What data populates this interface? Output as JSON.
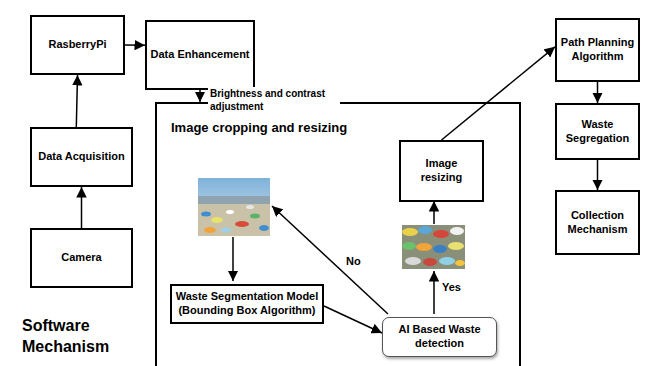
{
  "diagram": {
    "nodes": [
      {
        "text": [
          "Camera"
        ]
      },
      {
        "text": [
          "Data Acquisition"
        ]
      },
      {
        "text": [
          "RasberryPi"
        ]
      },
      {
        "text": [
          "Data Enhancement"
        ]
      },
      {
        "text": [
          "Image cropping and resizing"
        ]
      },
      {
        "text": [
          "Waste Segmentation Model (Bounding Box Algorithm)"
        ],
        "in": 4
      },
      {
        "text": [
          "AI Based Waste detection"
        ],
        "in": 4
      },
      {
        "text": [
          "Image resizing"
        ],
        "in": 4
      },
      {
        "text": [
          "Path Planning Algorithm"
        ]
      },
      {
        "text": [
          "Waste Segregation"
        ]
      },
      {
        "text": [
          "Collection Mechanism"
        ]
      }
    ],
    "edges": [
      {
        "from": 0,
        "to": 1,
        "arrow": "to"
      },
      {
        "from": 1,
        "to": 2,
        "arrow": "to"
      },
      {
        "from": 2,
        "to": 3,
        "arrow": "to"
      },
      {
        "from": 3,
        "to": 4,
        "label": "Brightness and contrast adjustment",
        "arrow": "to"
      },
      {
        "from": 5,
        "to": 6,
        "arrow": "to"
      },
      {
        "from": 7,
        "to": 8,
        "arrow": "to"
      },
      {
        "from": 8,
        "to": 9,
        "arrow": "to"
      },
      {
        "from": 9,
        "to": 10,
        "arrow": "to"
      }
    ],
    "labels": [
      "No",
      "Yes",
      "Software Mechanism"
    ]
  }
}
